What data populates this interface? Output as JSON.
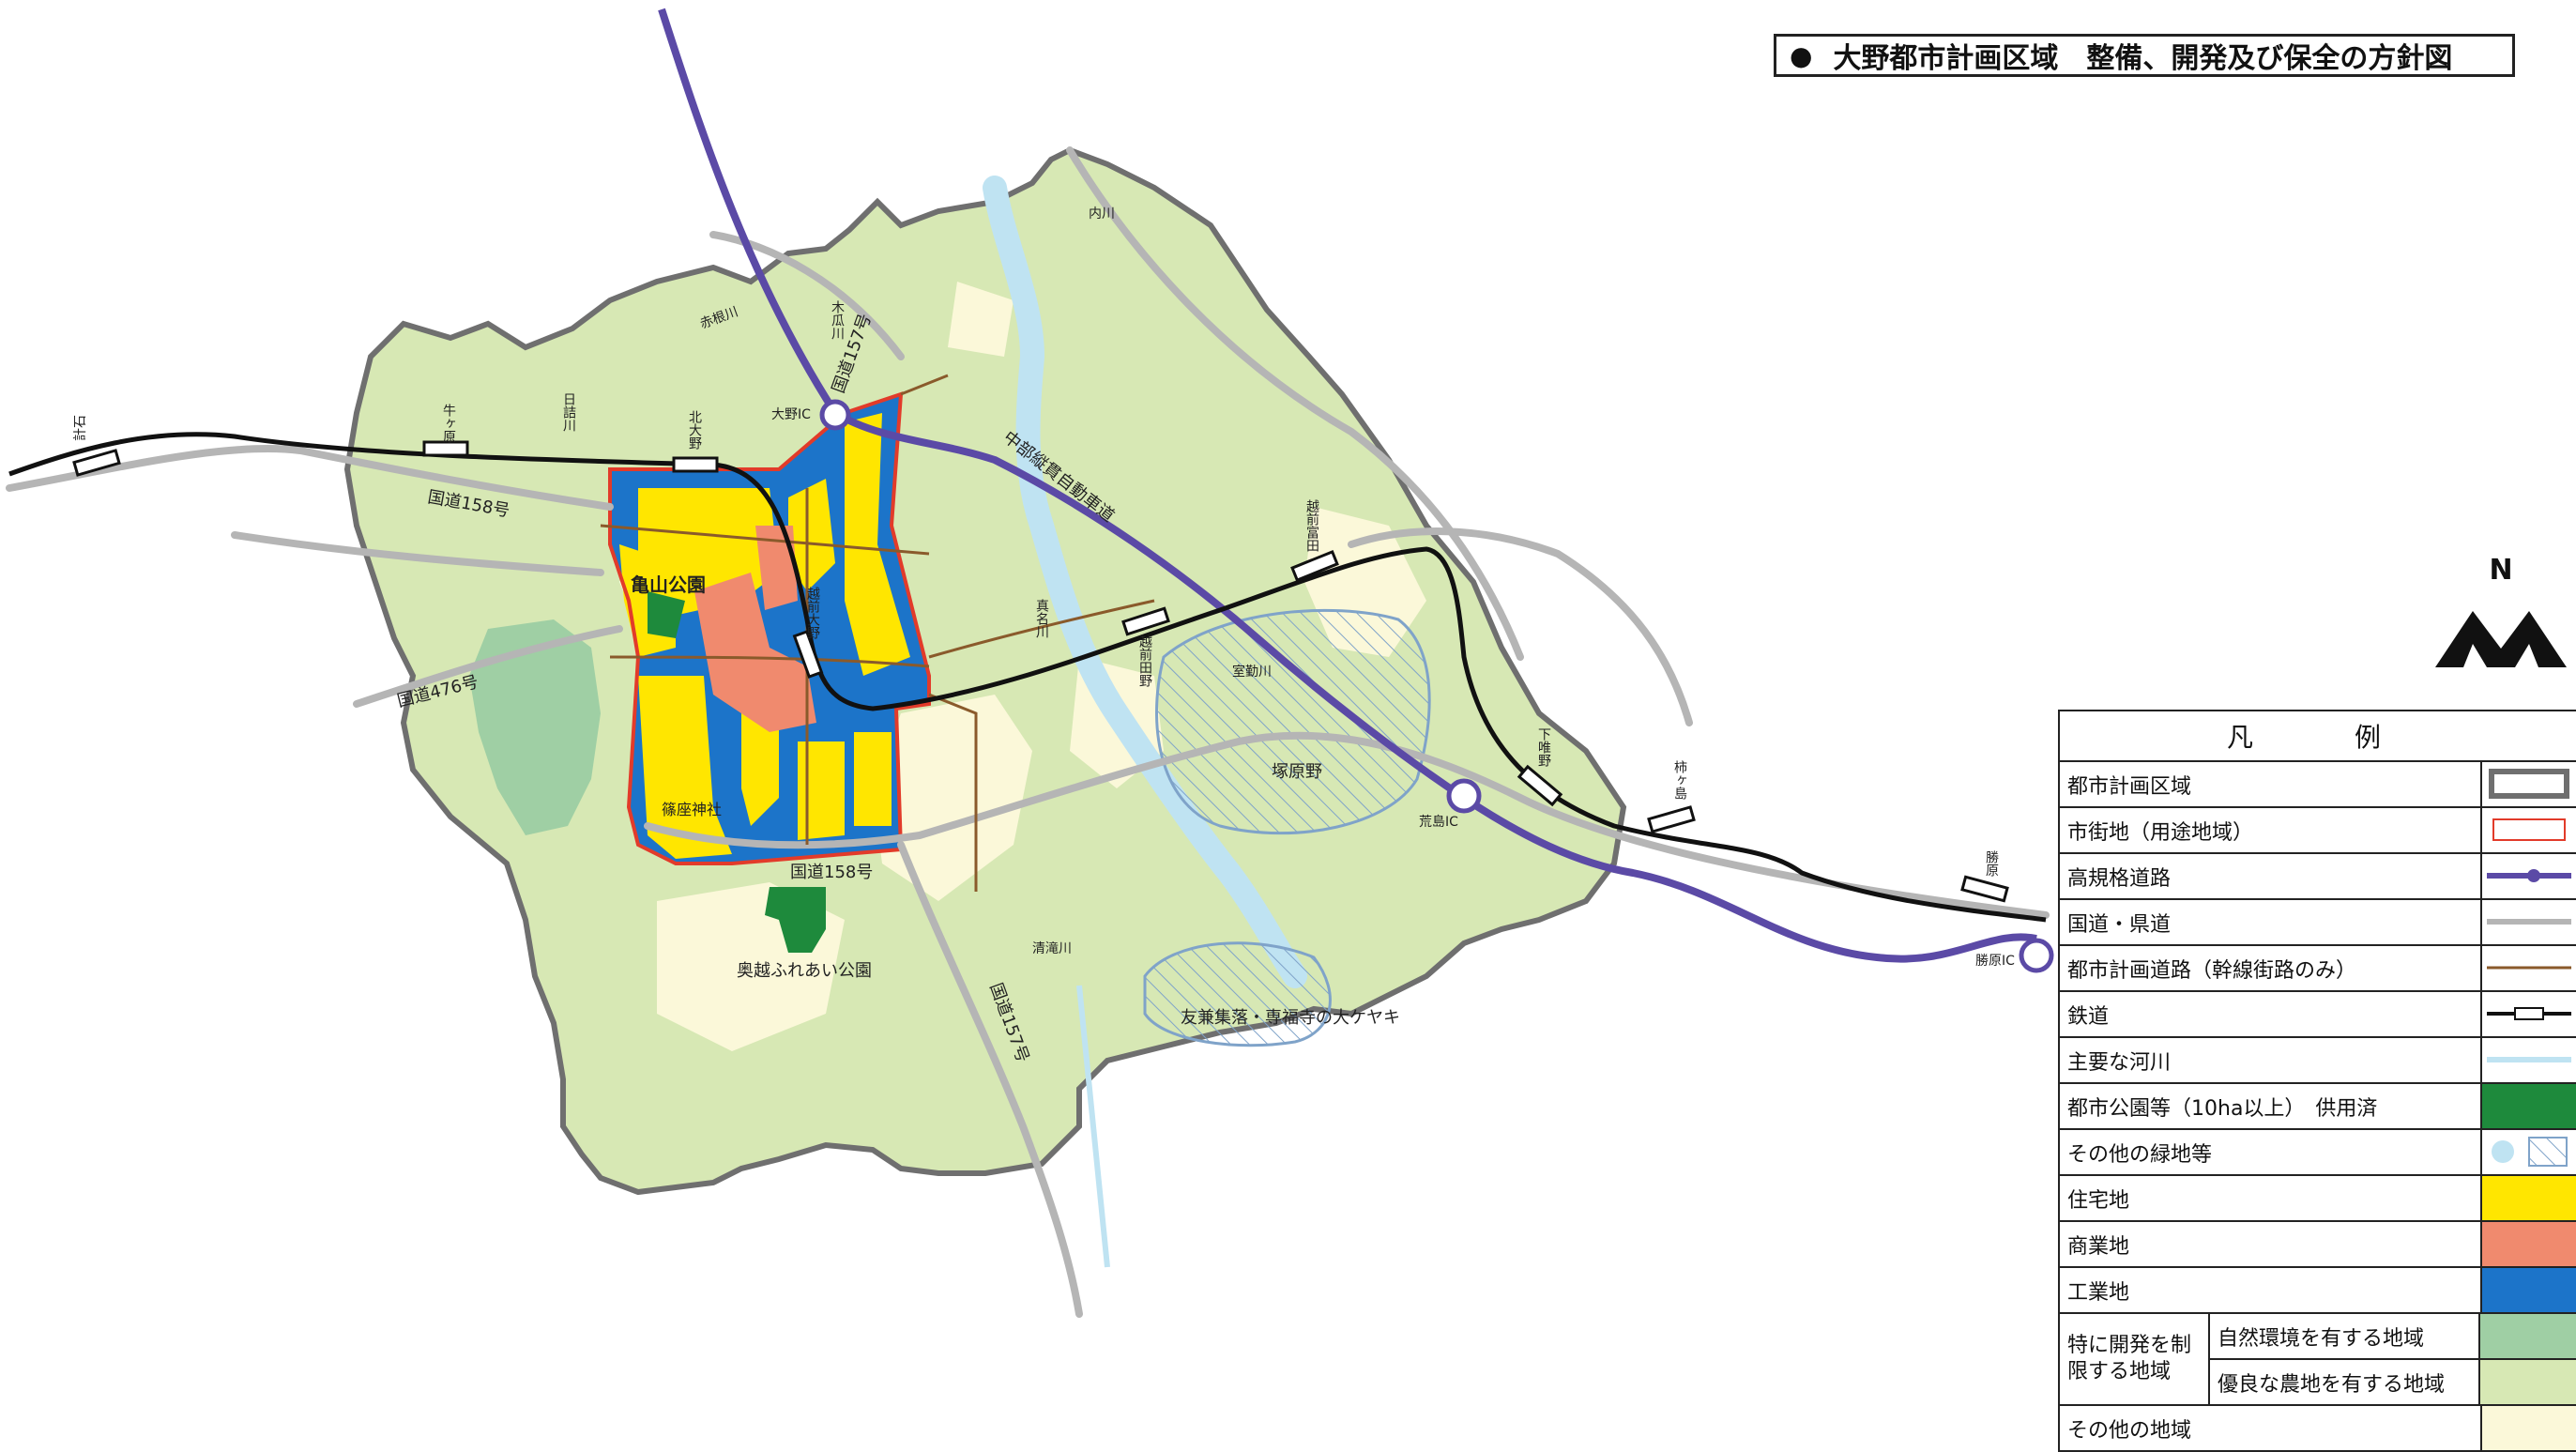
{
  "title": "大野都市計画区域　整備、開発及び保全の方針図",
  "north_label": "N",
  "colors": {
    "boundary": "#6f6f6f",
    "urban": "#e23b2a",
    "expressway": "#5b4aa6",
    "national_road": "#b5b5b5",
    "city_road": "#8a5a2b",
    "railway": "#111111",
    "river": "#bfe3f2",
    "park": "#1e8a3c",
    "other_green": "#bfe3f2",
    "residential": "#ffe600",
    "commercial": "#f08a6e",
    "industrial": "#1c74c9",
    "natural_env": "#9fcfa4",
    "farmland": "#d7e8b4",
    "other_area": "#fbf8d9"
  },
  "map_labels": {
    "kameyama_park": "亀山公園",
    "shinoza_shrine": "篠座神社",
    "okuetsu_park": "奥越ふれあい公園",
    "tsukaharano": "塚原野",
    "tomokane": "友兼集落・専福寺の大ケヤキ",
    "ono_ic": "大野IC",
    "arashima_ic": "荒島IC",
    "katsuhara_ic": "勝原IC",
    "route157_north": "国道157号",
    "route157_south": "国道157号",
    "route158_west": "国道158号",
    "route158_south": "国道158号",
    "route476": "国道476号",
    "chubu_expressway": "中部縦貫自動車道",
    "station_hakari": "計石",
    "station_ushigahara": "牛ヶ原",
    "station_kitaono": "北大野",
    "station_echizen_ono": "越前大野",
    "station_echizen_tomida": "越前富田",
    "station_echizen_dano": "越前田野",
    "station_shimoyuino": "下唯野",
    "station_kakigashima": "柿ヶ島",
    "station_katsuhara": "勝原",
    "river_akane": "赤根川",
    "river_hiji": "日詰川",
    "river_kizuri": "木瓜川",
    "river_uchikawa": "内川",
    "river_masuna": "真名川",
    "river_muro": "室勤川",
    "river_shimizu": "清滝川"
  },
  "legend": {
    "header": "凡　例",
    "items": [
      {
        "label": "都市計画区域"
      },
      {
        "label": "市街地（用途地域）"
      },
      {
        "label": "高規格道路"
      },
      {
        "label": "国道・県道"
      },
      {
        "label": "都市計画道路（幹線街路のみ）"
      },
      {
        "label": "鉄道"
      },
      {
        "label": "主要な河川"
      },
      {
        "label": "都市公園等（10ha以上）　供用済"
      },
      {
        "label": "その他の緑地等"
      },
      {
        "label": "住宅地"
      },
      {
        "label": "商業地"
      },
      {
        "label": "工業地"
      }
    ],
    "restricted_group": "特に開発を制限する地域",
    "restricted": [
      {
        "label": "自然環境を有する地域"
      },
      {
        "label": "優良な農地を有する地域"
      }
    ],
    "other_area": "その他の地域"
  }
}
